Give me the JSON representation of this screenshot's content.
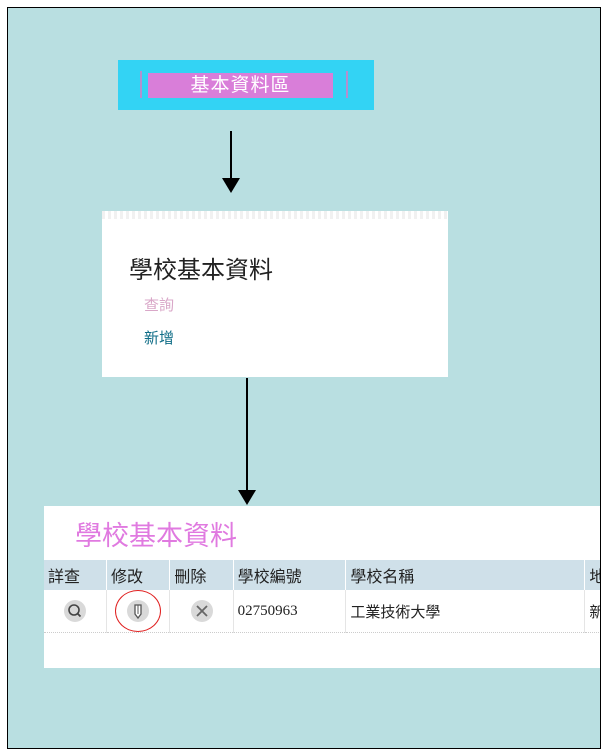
{
  "top_button": {
    "label": "基本資料區"
  },
  "menu": {
    "title": "學校基本資料",
    "items": [
      {
        "label": "查詢",
        "color": "#d9a7c8"
      },
      {
        "label": "新增",
        "color": "#0f6d87"
      }
    ]
  },
  "panel": {
    "title": "學校基本資料",
    "columns": [
      "詳查",
      "修改",
      "刪除",
      "學校編號",
      "學校名稱",
      "地"
    ],
    "rows": [
      {
        "view_icon": "magnify-icon",
        "edit_icon": "pencil-icon",
        "delete_icon": "x-icon",
        "school_id": "02750963",
        "school_name": "工業技術大學",
        "address": "新"
      }
    ],
    "highlight": "edit-column-circled-red"
  },
  "colors": {
    "background": "#b9dfe1",
    "button_fill": "#d97ed9",
    "button_bg": "#33d3f4",
    "title_pink": "#e07ae0"
  }
}
